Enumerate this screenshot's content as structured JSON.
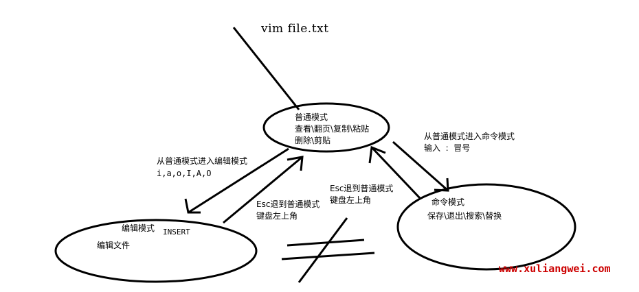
{
  "command": "vim file.txt",
  "normal_mode": {
    "title": "普通模式",
    "line2": "查看\\翻页\\复制\\粘贴",
    "line3": "删除\\剪贴"
  },
  "to_insert": {
    "line1": "从普通模式进入编辑模式",
    "line2": "i,a,o,I,A,O"
  },
  "esc_from_insert": {
    "line1": "Esc退到普通模式",
    "line2": "键盘左上角"
  },
  "esc_from_command": {
    "line1": "Esc退到普通模式",
    "line2": "键盘左上角"
  },
  "to_command": {
    "line1": "从普通模式进入命令模式",
    "line2": "输入  :  冒号"
  },
  "insert_mode": {
    "title": "编辑模式",
    "tag": "INSERT",
    "desc": "编辑文件"
  },
  "command_mode": {
    "title": "命令模式",
    "desc": "保存\\退出\\搜索\\替换"
  },
  "watermark": "www.xuliangwei.com",
  "colors": {
    "ink": "#000000",
    "watermark": "#cc0000",
    "background": "#ffffff"
  }
}
